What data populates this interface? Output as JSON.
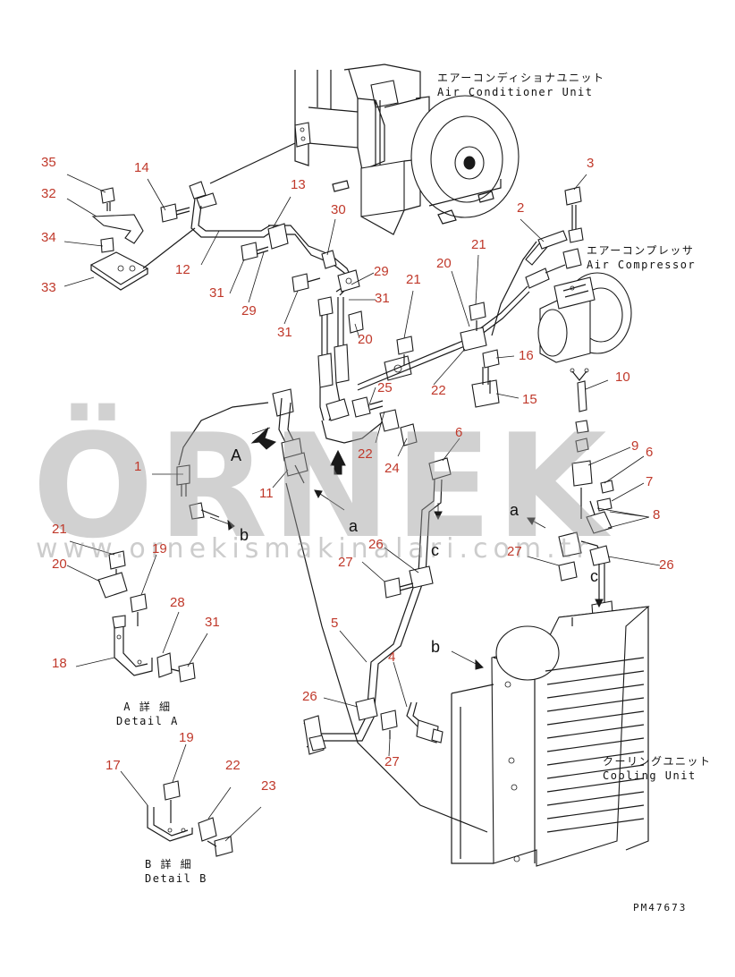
{
  "units": {
    "air_conditioner_jp": "エアーコンディショナユニット",
    "air_conditioner_en": "Air Conditioner Unit",
    "air_compressor_jp": "エアーコンプレッサ",
    "air_compressor_en": "Air Compressor",
    "cooling_jp": "クーリングユニット",
    "cooling_en": "Cooling Unit"
  },
  "details": {
    "a_jp": "A 詳 細",
    "a_en": "Detail A",
    "b_jp": "B 詳 細",
    "b_en": "Detail B"
  },
  "drawing_code": "PM47673",
  "watermark": {
    "brand": "ÖRNEK",
    "url": "www.ornekismakinalari.com.tr"
  },
  "callouts": {
    "c1": "1",
    "c2": "2",
    "c3": "3",
    "c4": "4",
    "c5": "5",
    "c6": "6",
    "c7": "7",
    "c8": "8",
    "c9": "9",
    "c10": "10",
    "c11": "11",
    "c12": "12",
    "c13": "13",
    "c14": "14",
    "c15": "15",
    "c16": "16",
    "c17": "17",
    "c18": "18",
    "c19": "19",
    "c20": "20",
    "c21": "21",
    "c22": "22",
    "c23": "23",
    "c24": "24",
    "c25": "25",
    "c26": "26",
    "c27": "27",
    "c28": "28",
    "c29": "29",
    "c30": "30",
    "c31": "31",
    "c32": "32",
    "c33": "33",
    "c34": "34",
    "c35": "35"
  },
  "letters": {
    "A": "A",
    "a": "a",
    "b": "b",
    "c": "c"
  }
}
